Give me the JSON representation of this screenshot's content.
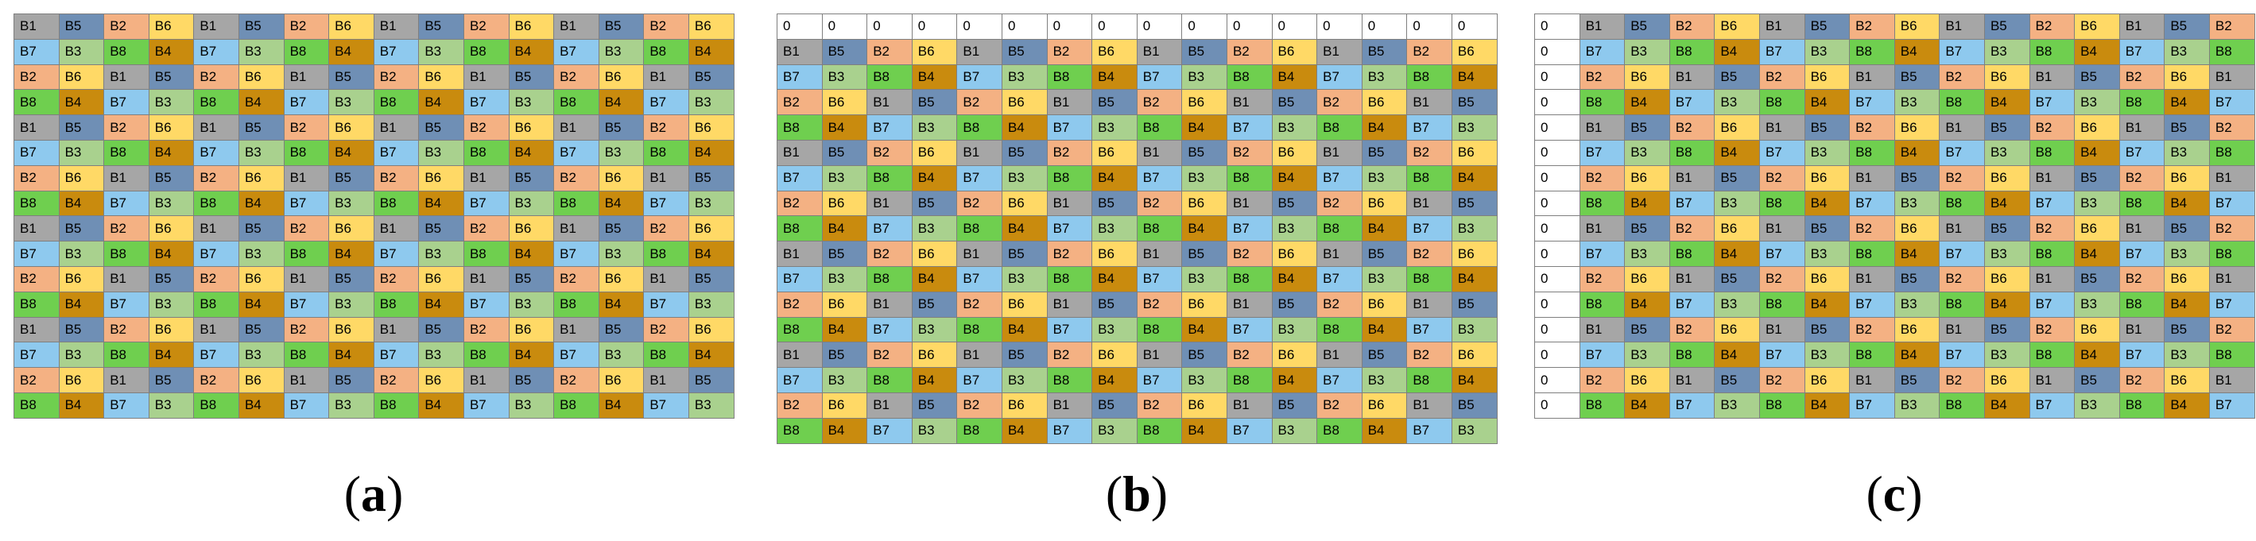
{
  "colors": {
    "B1": "#a6a6a6",
    "B5": "#6f8fb5",
    "B2": "#f4b183",
    "B6": "#ffd966",
    "B7": "#8ec9ee",
    "B3": "#a9d18e",
    "B8": "#6fcf4f",
    "B4": "#c98b0e",
    "0": "#ffffff"
  },
  "row_patterns": {
    "A": [
      "B1",
      "B5",
      "B2",
      "B6"
    ],
    "B": [
      "B7",
      "B3",
      "B8",
      "B4"
    ],
    "C": [
      "B2",
      "B6",
      "B1",
      "B5"
    ],
    "D": [
      "B8",
      "B4",
      "B7",
      "B3"
    ]
  },
  "panels": [
    {
      "id": "a",
      "caption_open": "(",
      "caption_letter": "a",
      "caption_close": ")",
      "header_row": false,
      "left_zero_col": false,
      "cols": 16,
      "rows": [
        "A",
        "B",
        "C",
        "D",
        "A",
        "B",
        "C",
        "D",
        "A",
        "B",
        "C",
        "D",
        "A",
        "B",
        "C",
        "D"
      ]
    },
    {
      "id": "b",
      "caption_open": "(",
      "caption_letter": "b",
      "caption_close": ")",
      "header_row": true,
      "header_value": "0",
      "left_zero_col": false,
      "cols": 16,
      "rows": [
        "A",
        "B",
        "C",
        "D",
        "A",
        "B",
        "C",
        "D",
        "A",
        "B",
        "C",
        "D",
        "A",
        "B",
        "C",
        "D"
      ]
    },
    {
      "id": "c",
      "caption_open": "(",
      "caption_letter": "c",
      "caption_close": ")",
      "header_row": false,
      "left_zero_col": true,
      "left_value": "0",
      "cols": 15,
      "rows": [
        "A",
        "B",
        "C",
        "D",
        "A",
        "B",
        "C",
        "D",
        "A",
        "B",
        "C",
        "D",
        "A",
        "B",
        "C",
        "D"
      ]
    }
  ]
}
